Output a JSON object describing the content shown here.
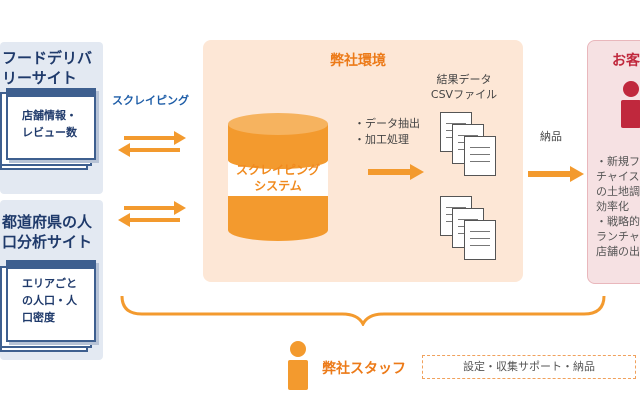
{
  "sites": [
    {
      "title": "フードデリバ\nリーサイト",
      "window_text": "店舗情報・\nレビュー数"
    },
    {
      "title": "都道府県の人\n口分析サイト",
      "window_text": "エリアごと\nの人口・人\n口密度"
    }
  ],
  "scraping_label": "スクレイピング",
  "environment": {
    "title": "弊社環境",
    "system_label": "スクレイピング\nシステム",
    "process_items": "・データ抽出\n・加工処理",
    "result_label": "結果データ\nCSVファイル"
  },
  "delivery_label": "納品",
  "customer": {
    "title": "お客",
    "items": "・新規フ\nチャイス\nの土地調\n効率化\n・戦略的\nランチャ\n店舗の出"
  },
  "staff": {
    "label": "弊社スタッフ",
    "service": "設定・収集サポート・納品"
  },
  "colors": {
    "orange": "#f39a2e",
    "navy": "#1f3a6b",
    "red": "#c0283d"
  }
}
